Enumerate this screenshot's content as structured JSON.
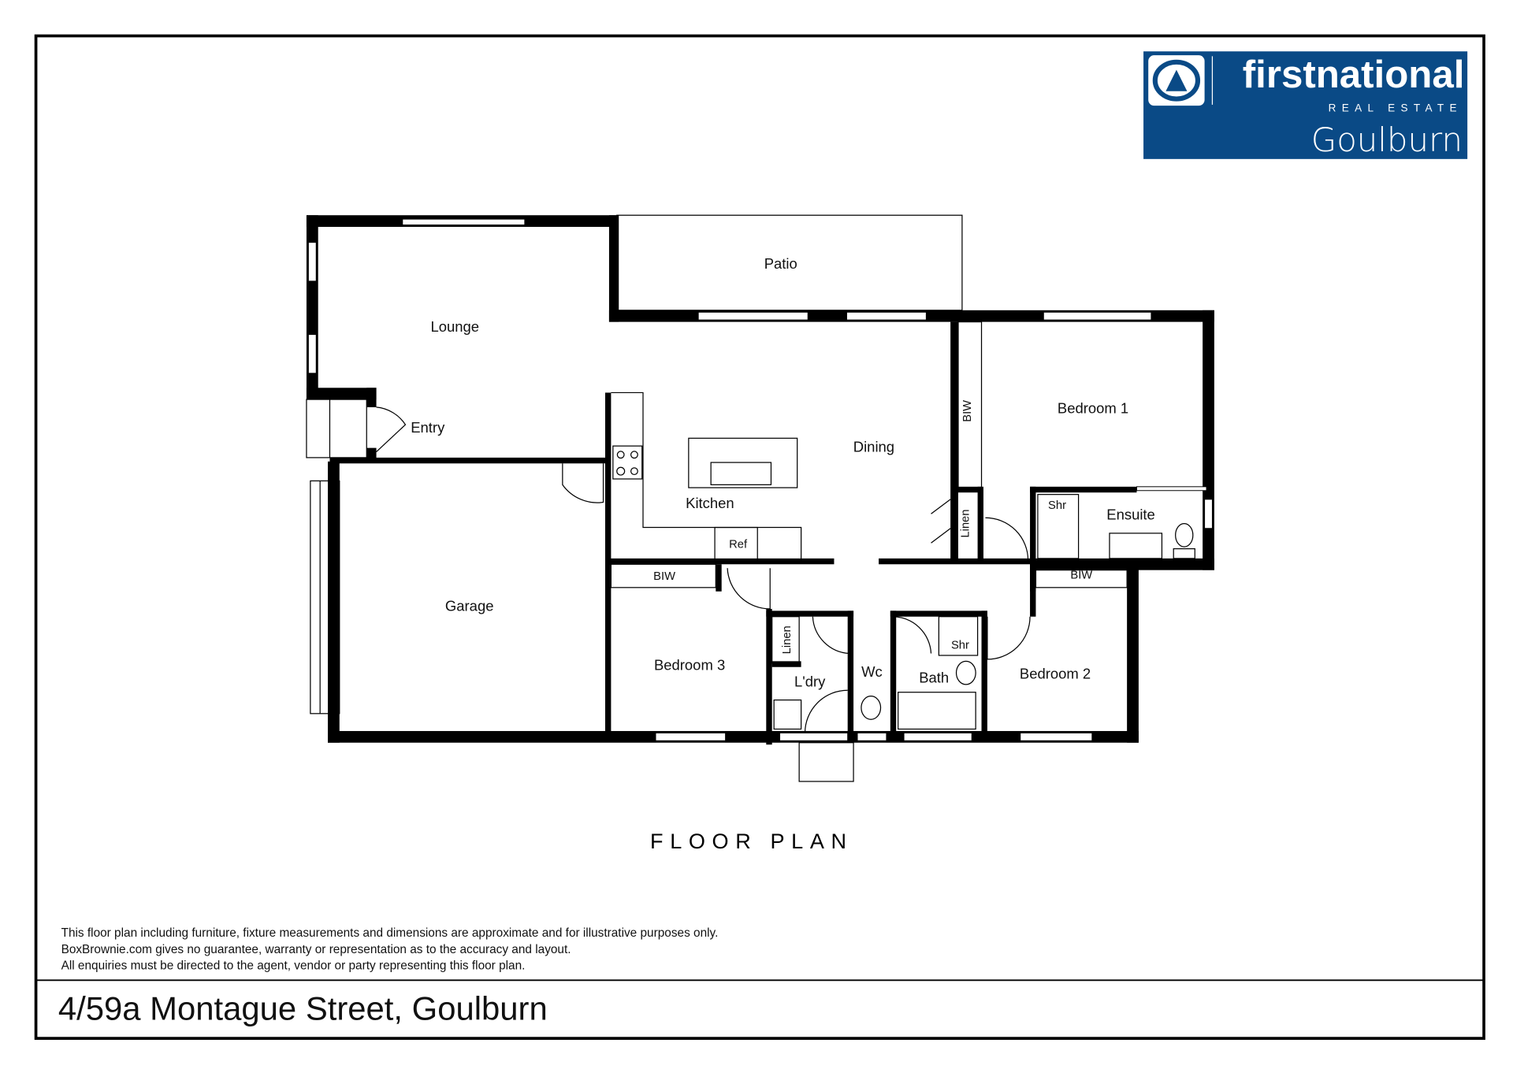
{
  "logo": {
    "brand": "firstnational",
    "sub": "REAL ESTATE",
    "office": "Goulburn",
    "color": "#0a4a86"
  },
  "rooms": {
    "lounge": "Lounge",
    "patio": "Patio",
    "entry": "Entry",
    "dining": "Dining",
    "kitchen": "Kitchen",
    "ref": "Ref",
    "bedroom1": "Bedroom 1",
    "biw1": "BIW",
    "linen1": "Linen",
    "ensuite": "Ensuite",
    "shr1": "Shr",
    "garage": "Garage",
    "biw3": "BIW",
    "bedroom3": "Bedroom 3",
    "linen2": "Linen",
    "laundry": "L'dry",
    "wc": "Wc",
    "bath": "Bath",
    "shr2": "Shr",
    "biw2": "BIW",
    "bedroom2": "Bedroom 2"
  },
  "title": "FLOOR PLAN",
  "disclaimer": [
    "This floor plan including furniture, fixture measurements and dimensions are approximate and for illustrative purposes only.",
    "BoxBrownie.com gives no guarantee, warranty or representation as to the accuracy and layout.",
    "All enquiries must be directed to the agent, vendor or party representing this floor plan."
  ],
  "address": "4/59a Montague Street, Goulburn"
}
